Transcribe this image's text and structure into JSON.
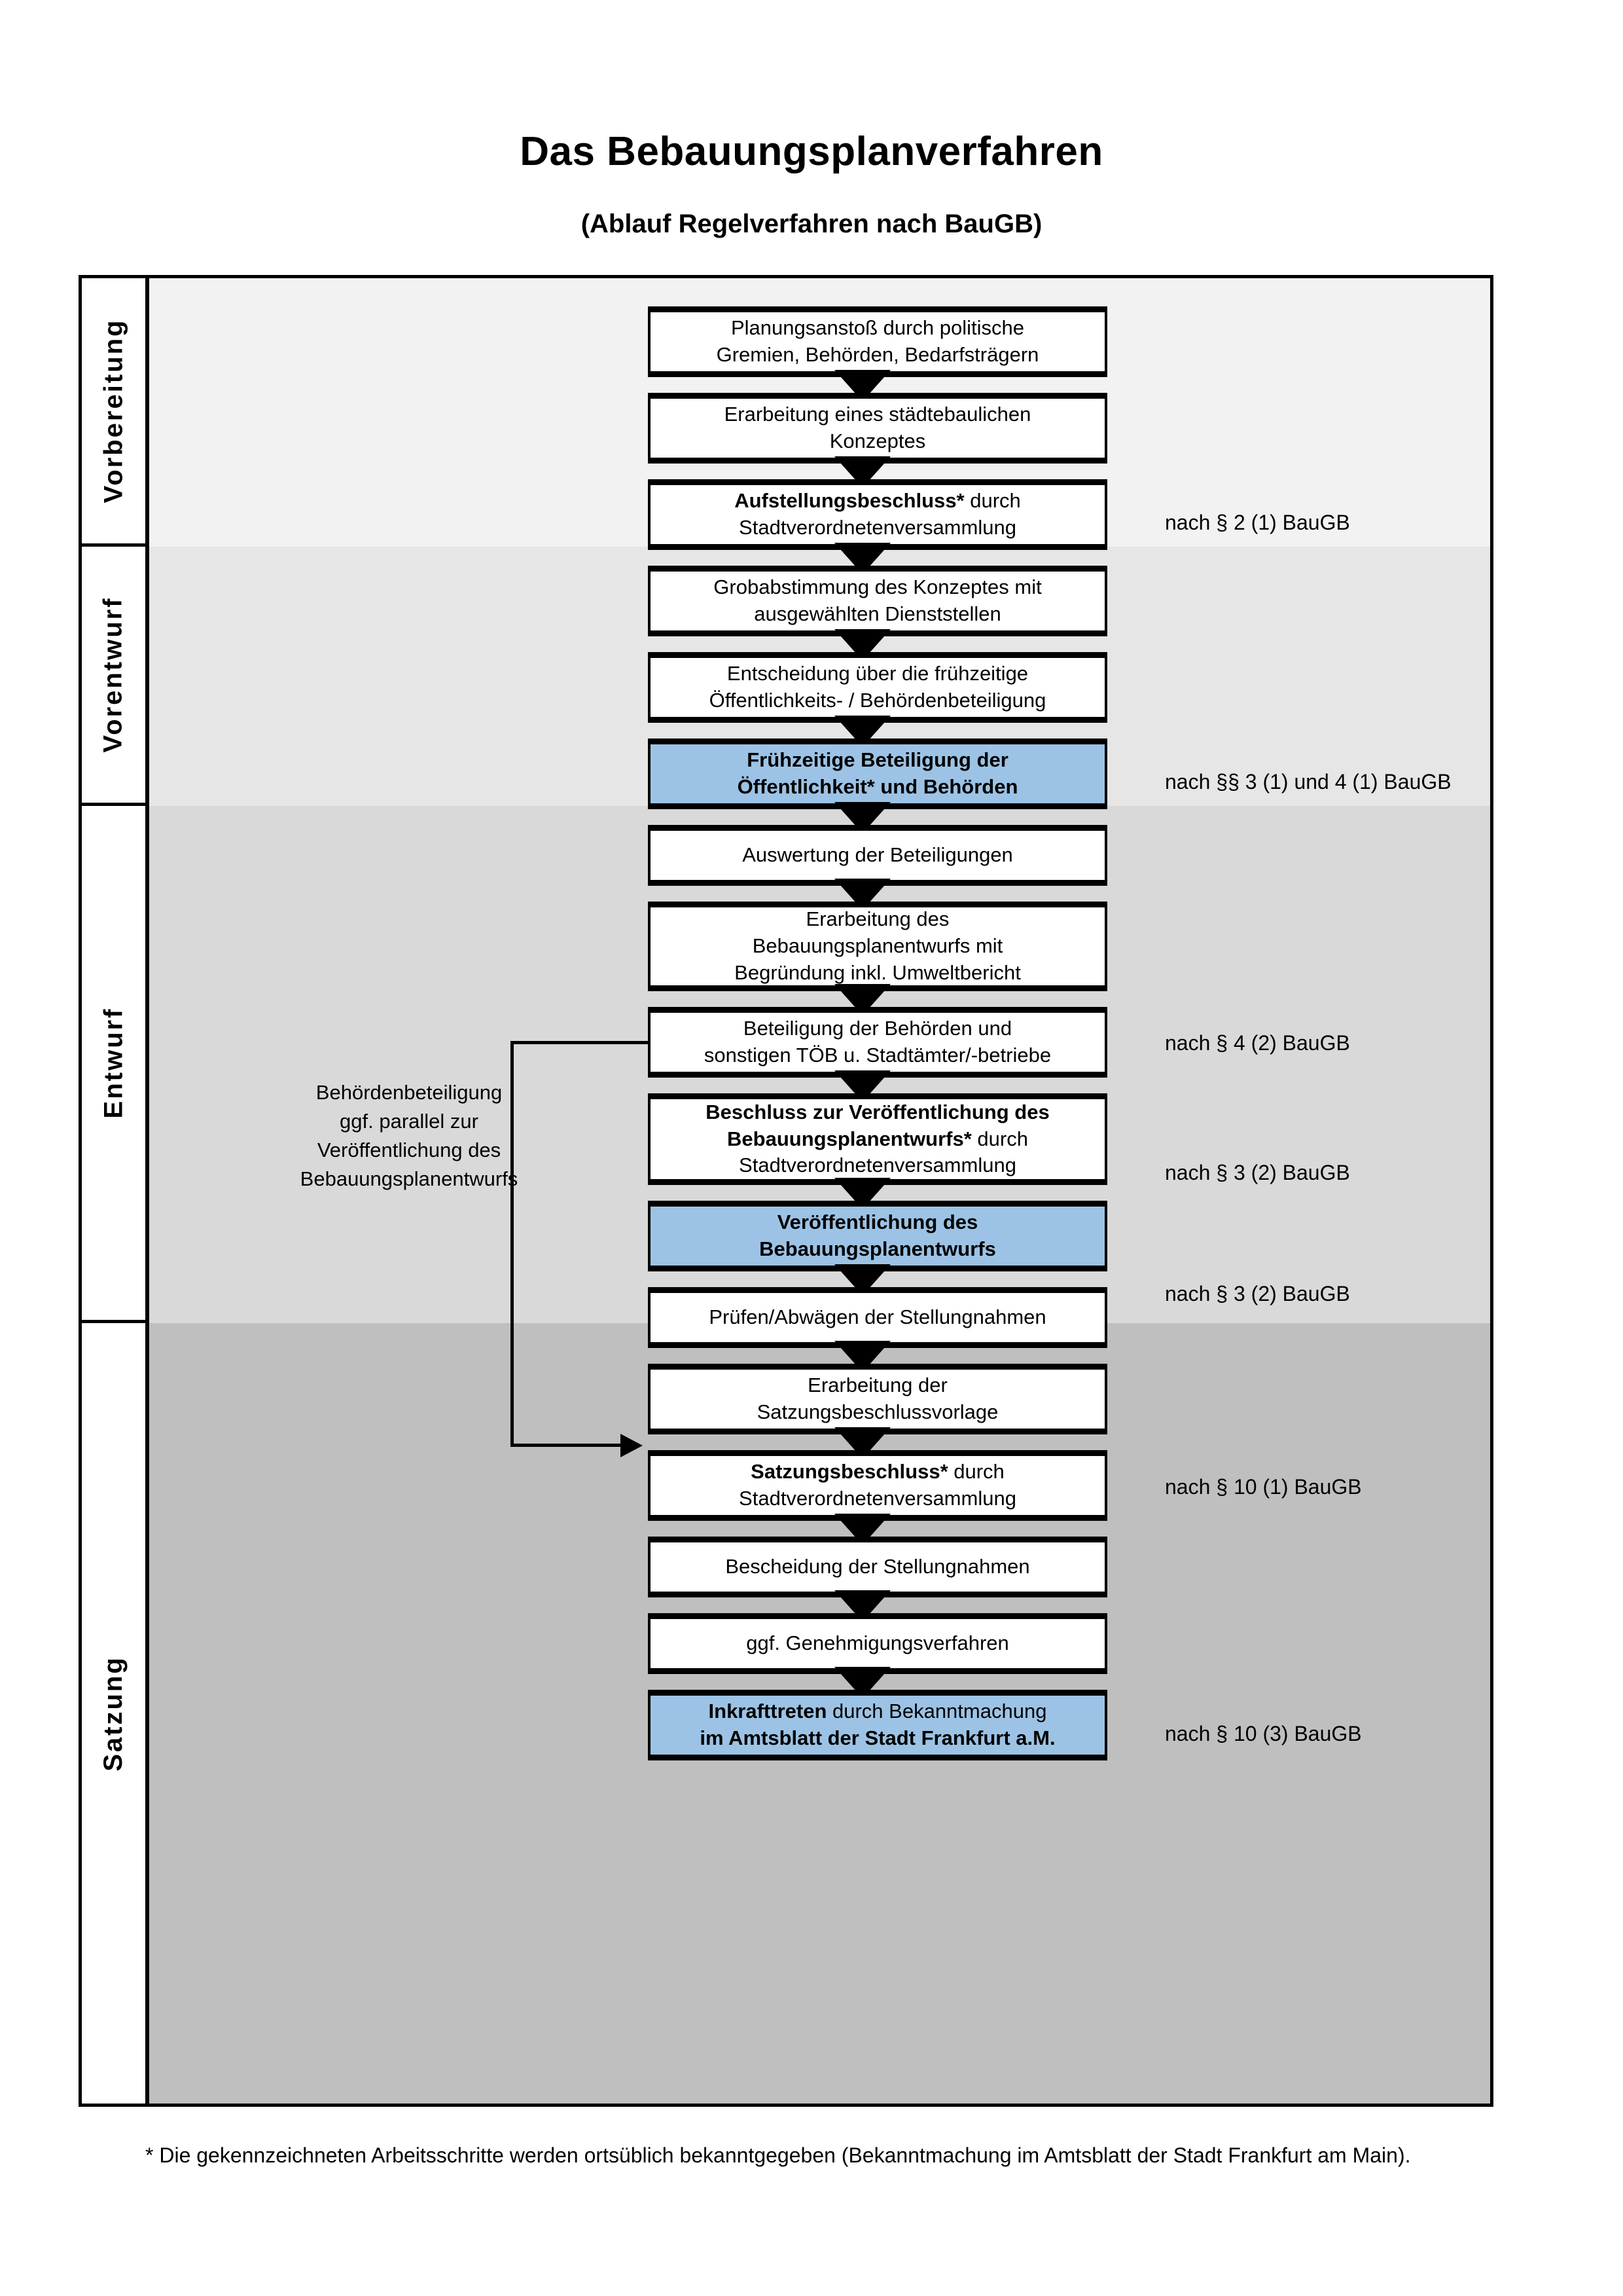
{
  "header": {
    "title": "Das Bebauungsplanverfahren",
    "subtitle": "(Ablauf Regelverfahren nach BauGB)"
  },
  "colors": {
    "highlight_box": "#9CC3E5",
    "band_vorbereitung": "#F2F2F2",
    "band_vorentwurf": "#E6E6E6",
    "band_entwurf": "#D9D9D9",
    "band_satzung": "#BFBFBF",
    "outline": "#000000"
  },
  "phases": [
    {
      "label": "Vorbereitung"
    },
    {
      "label": "Vorentwurf"
    },
    {
      "label": "Entwurf"
    },
    {
      "label": "Satzung"
    }
  ],
  "steps": [
    {
      "id": "planungsanstoss",
      "lines": [
        {
          "text": "Planungsanstoß durch politische",
          "bold": false
        },
        {
          "text": "Gremien, Behörden, Bedarfsträgern",
          "bold": false
        }
      ],
      "highlight": false
    },
    {
      "id": "staedtebauliches-konzept",
      "lines": [
        {
          "text": "Erarbeitung eines städtebaulichen",
          "bold": false
        },
        {
          "text": "Konzeptes",
          "bold": false
        }
      ],
      "highlight": false
    },
    {
      "id": "aufstellungsbeschluss",
      "lines": [
        {
          "text": "Aufstellungsbeschluss*",
          "bold": true,
          "suffix": " durch"
        },
        {
          "text": "Stadtverordnetenversammlung",
          "bold": false
        }
      ],
      "highlight": false
    },
    {
      "id": "grobabstimmung",
      "lines": [
        {
          "text": "Grobabstimmung des Konzeptes mit",
          "bold": false
        },
        {
          "text": "ausgewählten Dienststellen",
          "bold": false
        }
      ],
      "highlight": false
    },
    {
      "id": "entscheidung-fruehzeitige-beteiligung",
      "lines": [
        {
          "text": "Entscheidung über die frühzeitige",
          "bold": false
        },
        {
          "text": "Öffentlichkeits- / Behördenbeteiligung",
          "bold": false
        }
      ],
      "highlight": false
    },
    {
      "id": "fruehzeitige-beteiligung",
      "lines": [
        {
          "text": "Frühzeitige Beteiligung der",
          "bold": true
        },
        {
          "text": "Öffentlichkeit* und Behörden",
          "bold": true
        }
      ],
      "highlight": true
    },
    {
      "id": "auswertung-beteiligungen",
      "lines": [
        {
          "text": "Auswertung der Beteiligungen",
          "bold": false
        }
      ],
      "highlight": false
    },
    {
      "id": "erarbeitung-bebauungsplanentwurf",
      "lines": [
        {
          "text": "Erarbeitung des",
          "bold": false
        },
        {
          "text": "Bebauungsplanentwurfs mit",
          "bold": false
        },
        {
          "text": "Begründung inkl. Umweltbericht",
          "bold": false
        }
      ],
      "highlight": false
    },
    {
      "id": "beteiligung-behoerden-toeb",
      "lines": [
        {
          "text": "Beteiligung der Behörden und",
          "bold": false
        },
        {
          "text": "sonstigen TÖB u. Stadtämter/-betriebe",
          "bold": false
        }
      ],
      "highlight": false
    },
    {
      "id": "beschluss-veroeffentlichung",
      "lines": [
        {
          "text": "Beschluss zur Veröffentlichung des",
          "bold": true
        },
        {
          "text": "Bebauungsplanentwurfs*",
          "bold": true,
          "suffix": " durch"
        },
        {
          "text": "Stadtverordnetenversammlung",
          "bold": false
        }
      ],
      "highlight": false
    },
    {
      "id": "veroeffentlichung-entwurf",
      "lines": [
        {
          "text": "Veröffentlichung des",
          "bold": true
        },
        {
          "text": "Bebauungsplanentwurfs",
          "bold": true
        }
      ],
      "highlight": true
    },
    {
      "id": "pruefen-abwaegen",
      "lines": [
        {
          "text": "Prüfen/Abwägen der Stellungnahmen",
          "bold": false
        }
      ],
      "highlight": false
    },
    {
      "id": "erarbeitung-satzungsbeschlussvorlage",
      "lines": [
        {
          "text": "Erarbeitung der",
          "bold": false
        },
        {
          "text": "Satzungsbeschlussvorlage",
          "bold": false
        }
      ],
      "highlight": false
    },
    {
      "id": "satzungsbeschluss",
      "lines": [
        {
          "text": "Satzungsbeschluss*",
          "bold": true,
          "suffix": " durch"
        },
        {
          "text": "Stadtverordnetenversammlung",
          "bold": false
        }
      ],
      "highlight": false
    },
    {
      "id": "bescheidung-stellungnahmen",
      "lines": [
        {
          "text": "Bescheidung der Stellungnahmen",
          "bold": false
        }
      ],
      "highlight": false
    },
    {
      "id": "genehmigungsverfahren",
      "lines": [
        {
          "text": "ggf. Genehmigungsverfahren",
          "bold": false
        }
      ],
      "highlight": false
    },
    {
      "id": "inkrafttreten",
      "lines": [
        {
          "text": "Inkrafttreten",
          "bold": true,
          "suffix": " durch Bekanntmachung"
        },
        {
          "text": "im Amtsblatt der Stadt Frankfurt a.M.",
          "bold": true
        }
      ],
      "highlight": true
    }
  ],
  "annotations": [
    {
      "id": "anno-aufstellungsbeschluss",
      "text": "nach § 2 (1) BauGB"
    },
    {
      "id": "anno-fruehzeitige-beteiligung",
      "text": "nach §§ 3 (1) und 4 (1) BauGB"
    },
    {
      "id": "anno-beteiligung-behoerden",
      "text": "nach § 4 (2) BauGB"
    },
    {
      "id": "anno-beschluss-veroeffentlichung",
      "text": "nach § 3 (2) BauGB"
    },
    {
      "id": "anno-veroeffentlichung-entwurf",
      "text": "nach § 3 (2) BauGB"
    },
    {
      "id": "anno-satzungsbeschluss",
      "text": "nach § 10 (1) BauGB"
    },
    {
      "id": "anno-inkrafttreten",
      "text": "nach § 10 (3) BauGB"
    }
  ],
  "sidenote": {
    "lines": [
      "Behördenbeteiligung",
      "ggf. parallel zur",
      "Veröffentlichung des",
      "Bebauungsplanentwurfs"
    ]
  },
  "footnote": {
    "text": "* Die gekennzeichneten Arbeitsschritte werden ortsüblich bekanntgegeben (Bekanntmachung im Amtsblatt  der Stadt Frankfurt am Main)."
  }
}
